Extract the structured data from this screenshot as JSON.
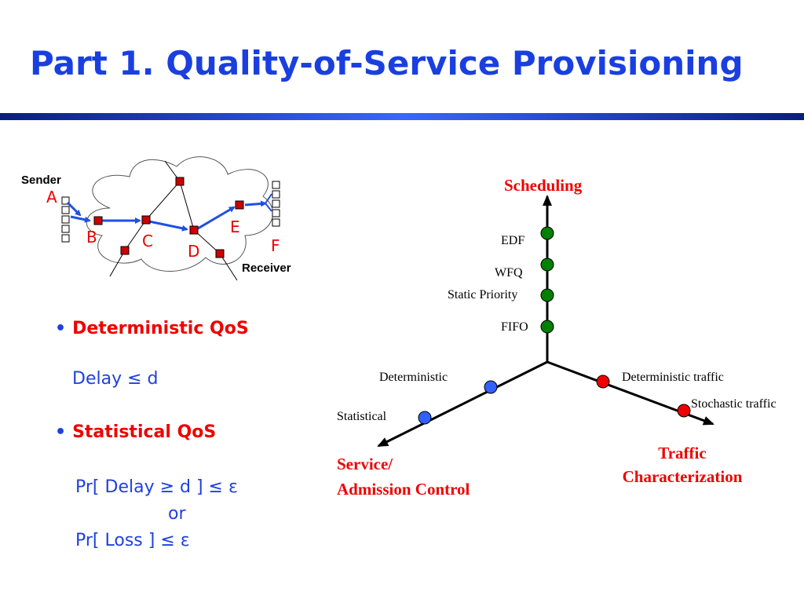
{
  "title": "Part 1. Quality-of-Service Provisioning",
  "network": {
    "sender_label": "Sender",
    "receiver_label": "Receiver",
    "nodes": {
      "a": "A",
      "b": "B",
      "c": "C",
      "d": "D",
      "e": "E",
      "f": "F"
    }
  },
  "bullets": [
    {
      "marker": "•",
      "heading": "Deterministic QoS",
      "expression": "Delay ≤ d"
    },
    {
      "marker": "•",
      "heading": "Statistical QoS",
      "expression_1": "Pr[ Delay ≥ d ] ≤ ε",
      "connector": "or",
      "expression_2": "Pr[ Loss ] ≤ ε"
    }
  ],
  "axes": {
    "scheduling": {
      "title": "Scheduling",
      "points": [
        "EDF",
        "WFQ",
        "Static Priority",
        "FIFO"
      ]
    },
    "admission": {
      "title_line1": "Service/",
      "title_line2": "Admission Control",
      "points": [
        "Deterministic",
        "Statistical"
      ]
    },
    "traffic": {
      "title_line1": "Traffic",
      "title_line2": "Characterization",
      "points": [
        "Deterministic traffic",
        "Stochastic traffic"
      ]
    }
  },
  "colors": {
    "title": "#1a3fe0",
    "heading_red": "#ee0000",
    "scheduling_dots": "#008000",
    "admission_dots": "#3060ff",
    "traffic_dots": "#ee0000",
    "links": "#2050e0"
  }
}
